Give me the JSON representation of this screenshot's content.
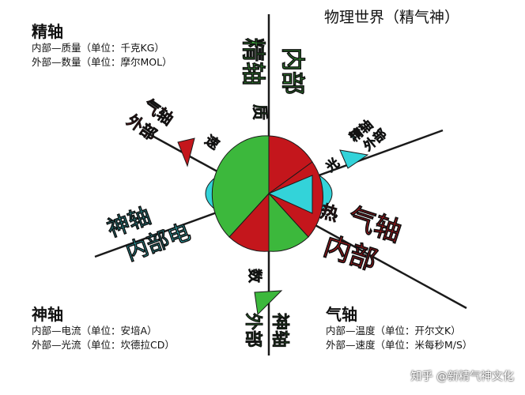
{
  "title": "物理世界（精气神）",
  "watermark": "知乎 @新精气神文化",
  "colors": {
    "red": "#c4161c",
    "green": "#3cb83c",
    "cyan": "#33d3d9",
    "axis": "#1a1a1a"
  },
  "corners": {
    "jing": {
      "heading": "精轴",
      "lines": [
        "内部—质量（单位：千克KG）",
        "外部—数量（单位：摩尔MOL）"
      ]
    },
    "shen": {
      "heading": "神轴",
      "lines": [
        "内部—电流（单位：安培A）",
        "外部—光流（单位：坎德拉CD）"
      ]
    },
    "qi": {
      "heading": "气轴",
      "lines": [
        "内部—温度（单位：开尔文K）",
        "外部—速度（单位：米每秒M/S）"
      ]
    }
  },
  "axis_labels": {
    "jing_inner": "内部",
    "jing_axis": "精轴",
    "mass_char": "质",
    "qi_outer": [
      "气轴",
      "外部"
    ],
    "speed_char": "速",
    "cyan_right": [
      "精轴",
      "外部"
    ],
    "light_char": "光",
    "heat_char": "热",
    "qi_inner": [
      "气轴",
      "内部"
    ],
    "shen_inner": [
      "神轴",
      "内部电"
    ],
    "count_char": "数",
    "shen_outer": [
      "神轴",
      "外部"
    ]
  }
}
